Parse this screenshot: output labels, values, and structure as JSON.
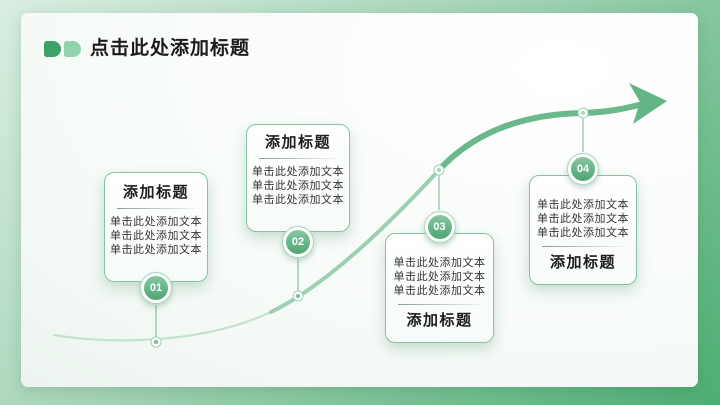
{
  "header": {
    "title": "点击此处添加标题"
  },
  "steps": [
    {
      "number": "01",
      "title": "添加标题",
      "title_position": "top",
      "lines": [
        "单击此处添加文本",
        "单击此处添加文本",
        "单击此处添加文本"
      ]
    },
    {
      "number": "02",
      "title": "添加标题",
      "title_position": "top",
      "lines": [
        "单击此处添加文本",
        "单击此处添加文本",
        "单击此处添加文本"
      ]
    },
    {
      "number": "03",
      "title": "添加标题",
      "title_position": "bottom",
      "lines": [
        "单击此处添加文本",
        "单击此处添加文本",
        "单击此处添加文本"
      ]
    },
    {
      "number": "04",
      "title": "添加标题",
      "title_position": "bottom",
      "lines": [
        "单击此处添加文本",
        "单击此处添加文本",
        "单击此处添加文本"
      ]
    }
  ],
  "colors": {
    "background_gradient_start": "#d9eee1",
    "background_gradient_end": "#4cae72",
    "accent_green": "#4ea573",
    "light_green": "#92d2ae",
    "dark_logo_green": "#3da169",
    "curve_green": "#6bb88d",
    "card_border": "#82c4a1"
  }
}
